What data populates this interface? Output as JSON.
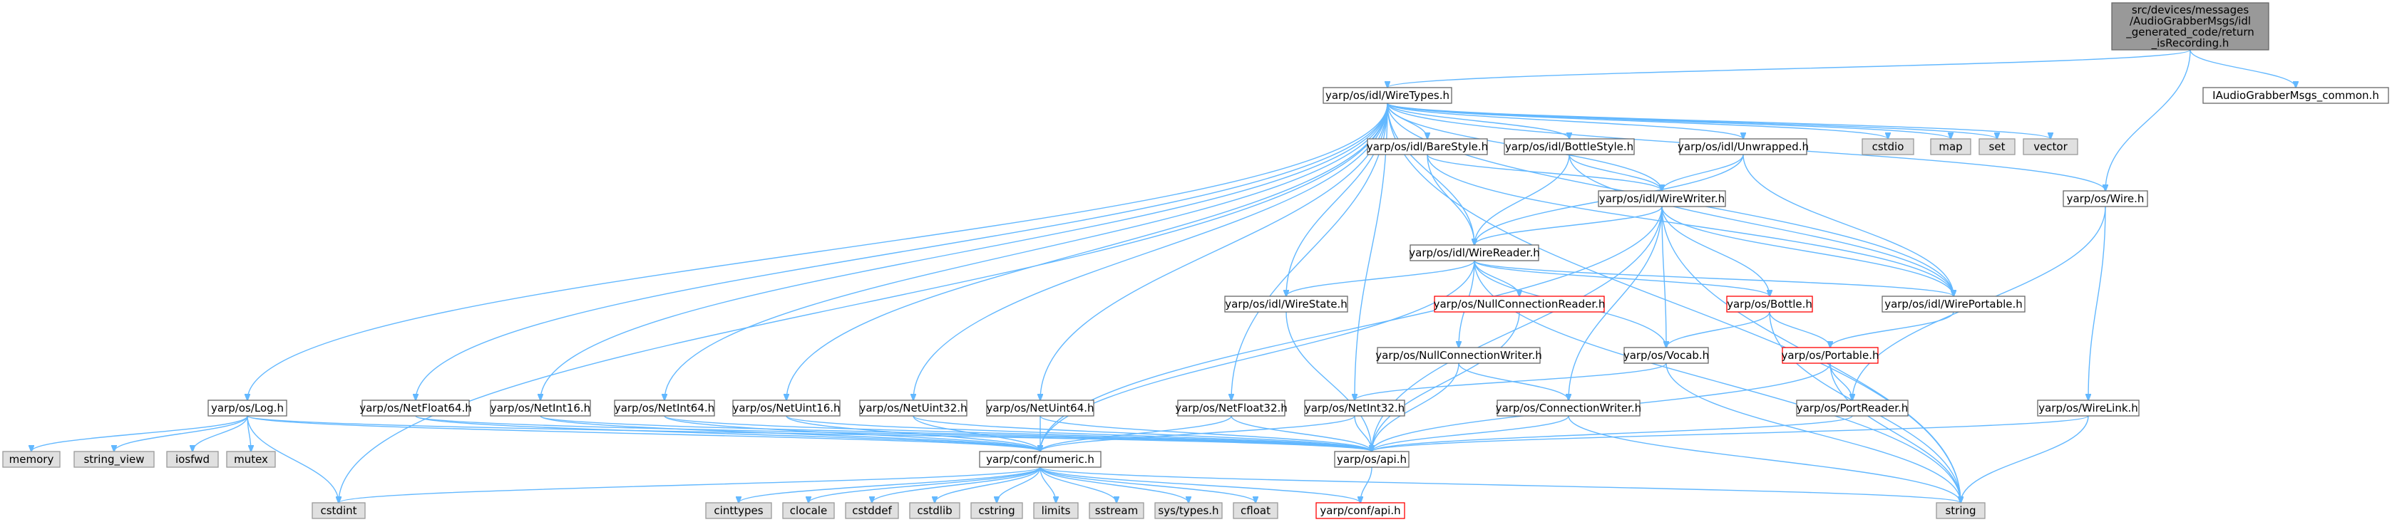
{
  "nodes": {
    "root": {
      "lines": [
        "src/devices/messages",
        "/AudioGrabberMsgs/idl",
        "_generated_code/return",
        "_isRecording.h"
      ],
      "kind": "root"
    },
    "wiretypes": {
      "lines": [
        "yarp/os/idl/WireTypes.h"
      ],
      "kind": "normal"
    },
    "common": {
      "lines": [
        "IAudioGrabberMsgs_common.h"
      ],
      "kind": "normal"
    },
    "wire": {
      "lines": [
        "yarp/os/Wire.h"
      ],
      "kind": "normal"
    },
    "barestyle": {
      "lines": [
        "yarp/os/idl/BareStyle.h"
      ],
      "kind": "normal"
    },
    "bottlestyle": {
      "lines": [
        "yarp/os/idl/BottleStyle.h"
      ],
      "kind": "normal"
    },
    "unwrapped": {
      "lines": [
        "yarp/os/idl/Unwrapped.h"
      ],
      "kind": "normal"
    },
    "cstdio": {
      "lines": [
        "cstdio"
      ],
      "kind": "ext"
    },
    "map": {
      "lines": [
        "map"
      ],
      "kind": "ext"
    },
    "set": {
      "lines": [
        "set"
      ],
      "kind": "ext"
    },
    "vector": {
      "lines": [
        "vector"
      ],
      "kind": "ext"
    },
    "wirewriter": {
      "lines": [
        "yarp/os/idl/WireWriter.h"
      ],
      "kind": "normal"
    },
    "wirereader": {
      "lines": [
        "yarp/os/idl/WireReader.h"
      ],
      "kind": "normal"
    },
    "wirestate": {
      "lines": [
        "yarp/os/idl/WireState.h"
      ],
      "kind": "normal"
    },
    "nullconnreader": {
      "lines": [
        "yarp/os/NullConnectionReader.h"
      ],
      "kind": "trunc"
    },
    "bottle": {
      "lines": [
        "yarp/os/Bottle.h"
      ],
      "kind": "trunc"
    },
    "wireportable": {
      "lines": [
        "yarp/os/idl/WirePortable.h"
      ],
      "kind": "normal"
    },
    "nullconnwriter": {
      "lines": [
        "yarp/os/NullConnectionWriter.h"
      ],
      "kind": "normal"
    },
    "vocab": {
      "lines": [
        "yarp/os/Vocab.h"
      ],
      "kind": "normal"
    },
    "portable": {
      "lines": [
        "yarp/os/Portable.h"
      ],
      "kind": "trunc"
    },
    "log": {
      "lines": [
        "yarp/os/Log.h"
      ],
      "kind": "normal"
    },
    "netfloat64": {
      "lines": [
        "yarp/os/NetFloat64.h"
      ],
      "kind": "normal"
    },
    "netint16": {
      "lines": [
        "yarp/os/NetInt16.h"
      ],
      "kind": "normal"
    },
    "netint64": {
      "lines": [
        "yarp/os/NetInt64.h"
      ],
      "kind": "normal"
    },
    "netuint16": {
      "lines": [
        "yarp/os/NetUint16.h"
      ],
      "kind": "normal"
    },
    "netuint32": {
      "lines": [
        "yarp/os/NetUint32.h"
      ],
      "kind": "normal"
    },
    "netuint64": {
      "lines": [
        "yarp/os/NetUint64.h"
      ],
      "kind": "normal"
    },
    "netfloat32": {
      "lines": [
        "yarp/os/NetFloat32.h"
      ],
      "kind": "normal"
    },
    "netint32": {
      "lines": [
        "yarp/os/NetInt32.h"
      ],
      "kind": "normal"
    },
    "connwriter": {
      "lines": [
        "yarp/os/ConnectionWriter.h"
      ],
      "kind": "normal"
    },
    "portreader": {
      "lines": [
        "yarp/os/PortReader.h"
      ],
      "kind": "normal"
    },
    "wirelink": {
      "lines": [
        "yarp/os/WireLink.h"
      ],
      "kind": "normal"
    },
    "memory": {
      "lines": [
        "memory"
      ],
      "kind": "ext"
    },
    "string_view": {
      "lines": [
        "string_view"
      ],
      "kind": "ext"
    },
    "iosfwd": {
      "lines": [
        "iosfwd"
      ],
      "kind": "ext"
    },
    "mutex": {
      "lines": [
        "mutex"
      ],
      "kind": "ext"
    },
    "numeric": {
      "lines": [
        "yarp/conf/numeric.h"
      ],
      "kind": "normal"
    },
    "api": {
      "lines": [
        "yarp/os/api.h"
      ],
      "kind": "normal"
    },
    "cstdint": {
      "lines": [
        "cstdint"
      ],
      "kind": "ext"
    },
    "cinttypes": {
      "lines": [
        "cinttypes"
      ],
      "kind": "ext"
    },
    "clocale": {
      "lines": [
        "clocale"
      ],
      "kind": "ext"
    },
    "cstddef": {
      "lines": [
        "cstddef"
      ],
      "kind": "ext"
    },
    "cstdlib": {
      "lines": [
        "cstdlib"
      ],
      "kind": "ext"
    },
    "cstring": {
      "lines": [
        "cstring"
      ],
      "kind": "ext"
    },
    "limits": {
      "lines": [
        "limits"
      ],
      "kind": "ext"
    },
    "sstream": {
      "lines": [
        "sstream"
      ],
      "kind": "ext"
    },
    "systypes": {
      "lines": [
        "sys/types.h"
      ],
      "kind": "ext"
    },
    "cfloat": {
      "lines": [
        "cfloat"
      ],
      "kind": "ext"
    },
    "confapi": {
      "lines": [
        "yarp/conf/api.h"
      ],
      "kind": "trunc"
    },
    "string": {
      "lines": [
        "string"
      ],
      "kind": "ext"
    }
  },
  "edges": [
    [
      "root",
      "wiretypes"
    ],
    [
      "root",
      "common"
    ],
    [
      "root",
      "wire"
    ],
    [
      "wiretypes",
      "barestyle"
    ],
    [
      "wiretypes",
      "bottlestyle"
    ],
    [
      "wiretypes",
      "unwrapped"
    ],
    [
      "wiretypes",
      "cstdio"
    ],
    [
      "wiretypes",
      "map"
    ],
    [
      "wiretypes",
      "set"
    ],
    [
      "wiretypes",
      "vector"
    ],
    [
      "wiretypes",
      "wire"
    ],
    [
      "wiretypes",
      "wirewriter"
    ],
    [
      "wiretypes",
      "wirereader"
    ],
    [
      "wiretypes",
      "wirestate"
    ],
    [
      "wiretypes",
      "wireportable"
    ],
    [
      "wiretypes",
      "log"
    ],
    [
      "wiretypes",
      "netfloat64"
    ],
    [
      "wiretypes",
      "netint16"
    ],
    [
      "wiretypes",
      "netint64"
    ],
    [
      "wiretypes",
      "netuint16"
    ],
    [
      "wiretypes",
      "netuint32"
    ],
    [
      "wiretypes",
      "netuint64"
    ],
    [
      "wiretypes",
      "netfloat32"
    ],
    [
      "wiretypes",
      "netint32"
    ],
    [
      "wiretypes",
      "cstdint"
    ],
    [
      "wiretypes",
      "string"
    ],
    [
      "barestyle",
      "wirereader"
    ],
    [
      "barestyle",
      "wirewriter"
    ],
    [
      "barestyle",
      "wireportable"
    ],
    [
      "bottlestyle",
      "wirereader"
    ],
    [
      "bottlestyle",
      "wirewriter"
    ],
    [
      "bottlestyle",
      "wireportable"
    ],
    [
      "unwrapped",
      "wirereader"
    ],
    [
      "unwrapped",
      "wirewriter"
    ],
    [
      "unwrapped",
      "wireportable"
    ],
    [
      "wirewriter",
      "wirereader"
    ],
    [
      "wirewriter",
      "wireportable"
    ],
    [
      "wirewriter",
      "bottle"
    ],
    [
      "wirewriter",
      "vocab"
    ],
    [
      "wirewriter",
      "connwriter"
    ],
    [
      "wirewriter",
      "numeric"
    ],
    [
      "wirewriter",
      "api"
    ],
    [
      "wirewriter",
      "string"
    ],
    [
      "wirereader",
      "wirestate"
    ],
    [
      "wirereader",
      "nullconnreader"
    ],
    [
      "wirereader",
      "bottle"
    ],
    [
      "wirereader",
      "wireportable"
    ],
    [
      "wirereader",
      "nullconnwriter"
    ],
    [
      "wirereader",
      "vocab"
    ],
    [
      "wirereader",
      "numeric"
    ],
    [
      "wirereader",
      "string"
    ],
    [
      "wirestate",
      "api"
    ],
    [
      "nullconnreader",
      "api"
    ],
    [
      "bottle",
      "portable"
    ],
    [
      "bottle",
      "vocab"
    ],
    [
      "bottle",
      "string"
    ],
    [
      "wireportable",
      "portable"
    ],
    [
      "nullconnwriter",
      "connwriter"
    ],
    [
      "nullconnwriter",
      "api"
    ],
    [
      "vocab",
      "netint32"
    ],
    [
      "vocab",
      "string"
    ],
    [
      "portable",
      "portreader"
    ],
    [
      "portable",
      "api"
    ],
    [
      "portable",
      "string"
    ],
    [
      "wire",
      "portreader"
    ],
    [
      "wire",
      "wirelink"
    ],
    [
      "log",
      "memory"
    ],
    [
      "log",
      "string_view"
    ],
    [
      "log",
      "iosfwd"
    ],
    [
      "log",
      "mutex"
    ],
    [
      "log",
      "cstdint"
    ],
    [
      "log",
      "api"
    ],
    [
      "log",
      "numeric"
    ],
    [
      "netfloat64",
      "numeric"
    ],
    [
      "netfloat64",
      "api"
    ],
    [
      "netint16",
      "numeric"
    ],
    [
      "netint16",
      "api"
    ],
    [
      "netint64",
      "numeric"
    ],
    [
      "netint64",
      "api"
    ],
    [
      "netuint16",
      "numeric"
    ],
    [
      "netuint16",
      "api"
    ],
    [
      "netuint32",
      "numeric"
    ],
    [
      "netuint32",
      "api"
    ],
    [
      "netuint64",
      "numeric"
    ],
    [
      "netuint64",
      "api"
    ],
    [
      "netfloat32",
      "numeric"
    ],
    [
      "netfloat32",
      "api"
    ],
    [
      "netint32",
      "numeric"
    ],
    [
      "netint32",
      "api"
    ],
    [
      "connwriter",
      "api"
    ],
    [
      "connwriter",
      "string"
    ],
    [
      "portreader",
      "api"
    ],
    [
      "wirelink",
      "api"
    ],
    [
      "wirelink",
      "string"
    ],
    [
      "numeric",
      "cstdint"
    ],
    [
      "numeric",
      "cinttypes"
    ],
    [
      "numeric",
      "clocale"
    ],
    [
      "numeric",
      "cstddef"
    ],
    [
      "numeric",
      "cstdlib"
    ],
    [
      "numeric",
      "cstring"
    ],
    [
      "numeric",
      "limits"
    ],
    [
      "numeric",
      "sstream"
    ],
    [
      "numeric",
      "systypes"
    ],
    [
      "numeric",
      "cfloat"
    ],
    [
      "numeric",
      "confapi"
    ],
    [
      "numeric",
      "string"
    ],
    [
      "api",
      "confapi"
    ]
  ],
  "colors": {
    "edge": "#63b8ff",
    "root_fill": "#999999",
    "ext_fill": "#e0e0e0",
    "trunc_border": "#ff0000"
  }
}
